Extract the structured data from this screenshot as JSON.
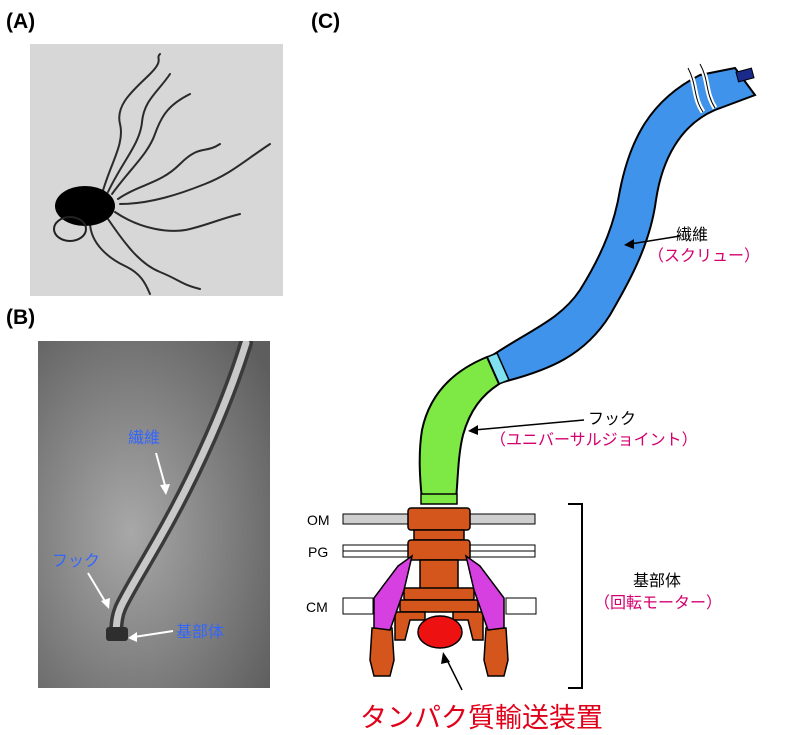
{
  "panels": {
    "a": "(A)",
    "b": "(B)",
    "c": "(C)"
  },
  "photo_b_labels": {
    "filament": "繊維",
    "hook": "フック",
    "basal_body": "基部体"
  },
  "diagram_labels": {
    "filament": "繊維",
    "filament_role": "（スクリュー）",
    "hook": "フック",
    "hook_role": "（ユニバーサルジョイント）",
    "basal_body": "基部体",
    "basal_body_role": "（回転モーター）",
    "om": "OM",
    "pg": "PG",
    "cm": "CM",
    "export": "タンパク質輸送装置"
  },
  "colors": {
    "filament": "#3f93ea",
    "hook": "#7ee844",
    "basal_body": "#d4561c",
    "stator": "#d63fe0",
    "export_apparatus": "#ee1111",
    "label_blue": "#3366ff",
    "label_magenta": "#d4006f",
    "label_red": "#e0001a"
  }
}
